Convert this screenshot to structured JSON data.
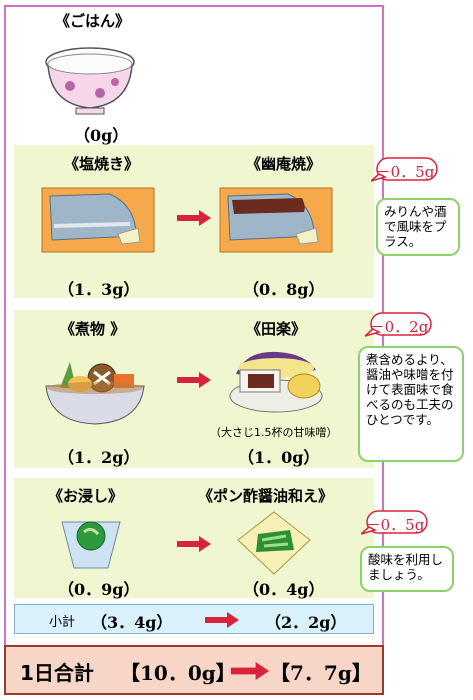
{
  "rice": {
    "label": "《ごはん》",
    "salt": "（0g）"
  },
  "sections": [
    {
      "before_label": "《塩焼き》",
      "before_salt": "（1．3g）",
      "after_label": "《幽庵焼》",
      "after_salt": "（0．8g）",
      "reduction": "－0．5g",
      "note": "みりんや酒で風味をプラス。"
    },
    {
      "before_label": "《煮物 》",
      "before_salt": "（1．2g）",
      "after_label": "《田楽》",
      "after_salt": "（1．0g）",
      "after_caption": "（大さじ1.5杯の甘味噌）",
      "reduction": "－0．2g",
      "note": "煮含めるより、醤油や味噌を付けて表面味で食べるのも工夫のひとつです。"
    },
    {
      "before_label": "《お浸し》",
      "before_salt": "（0．9g）",
      "after_label": "《ポン酢醤油和え》",
      "after_salt": "（0．4g）",
      "reduction": "－0．5g",
      "note": "酸味を利用しましょう。"
    }
  ],
  "subtotal": {
    "label": "小計",
    "before": "（3．4g）",
    "after": "（2．2g）"
  },
  "total": {
    "label": "1日合計",
    "before": "【10．0g】",
    "after": "【7．7g】"
  },
  "colors": {
    "frame": "#d46fc6",
    "section_bg": "#f0f6cf",
    "arrow": "#d9233b",
    "callout_border": "#8bd46a",
    "total_bg": "#f7d6c7"
  }
}
